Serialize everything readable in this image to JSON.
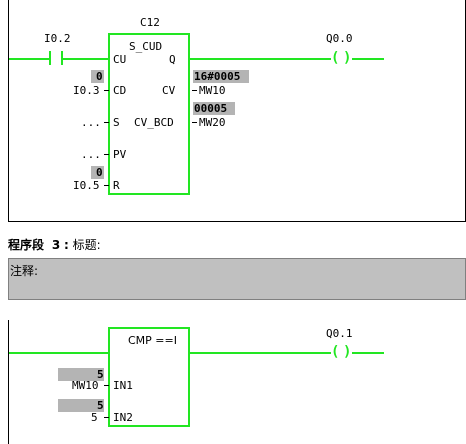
{
  "network2": {
    "block_name": "C12",
    "block_type": "S_CUD",
    "contact": "I0.2",
    "coil": "Q0.0",
    "pins_left": [
      {
        "pin": "CU",
        "operand": "",
        "value": ""
      },
      {
        "pin": "CD",
        "operand": "I0.3",
        "value": "0"
      },
      {
        "pin": "S",
        "operand": "...",
        "value": ""
      },
      {
        "pin": "PV",
        "operand": "...",
        "value": ""
      },
      {
        "pin": "R",
        "operand": "I0.5",
        "value": "0"
      }
    ],
    "pins_right": [
      {
        "pin": "Q",
        "operand": "",
        "value": ""
      },
      {
        "pin": "CV",
        "operand": "MW10",
        "value": "16#0005"
      },
      {
        "pin": "CV_BCD",
        "operand": "MW20",
        "value": "00005"
      }
    ]
  },
  "network3": {
    "label": "程序段",
    "number": "3",
    "separator": ":",
    "title_label": "标题:",
    "comment_label": "注释:",
    "block_type": "CMP ==I",
    "coil": "Q0.1",
    "in1": {
      "pin": "IN1",
      "operand": "MW10",
      "value": "5"
    },
    "in2": {
      "pin": "IN2",
      "operand": "5",
      "value": "5"
    }
  },
  "colors": {
    "power_flow": "#22e622",
    "status_bg": "#b4b4b4",
    "comment_bg": "#c0c0c0"
  }
}
